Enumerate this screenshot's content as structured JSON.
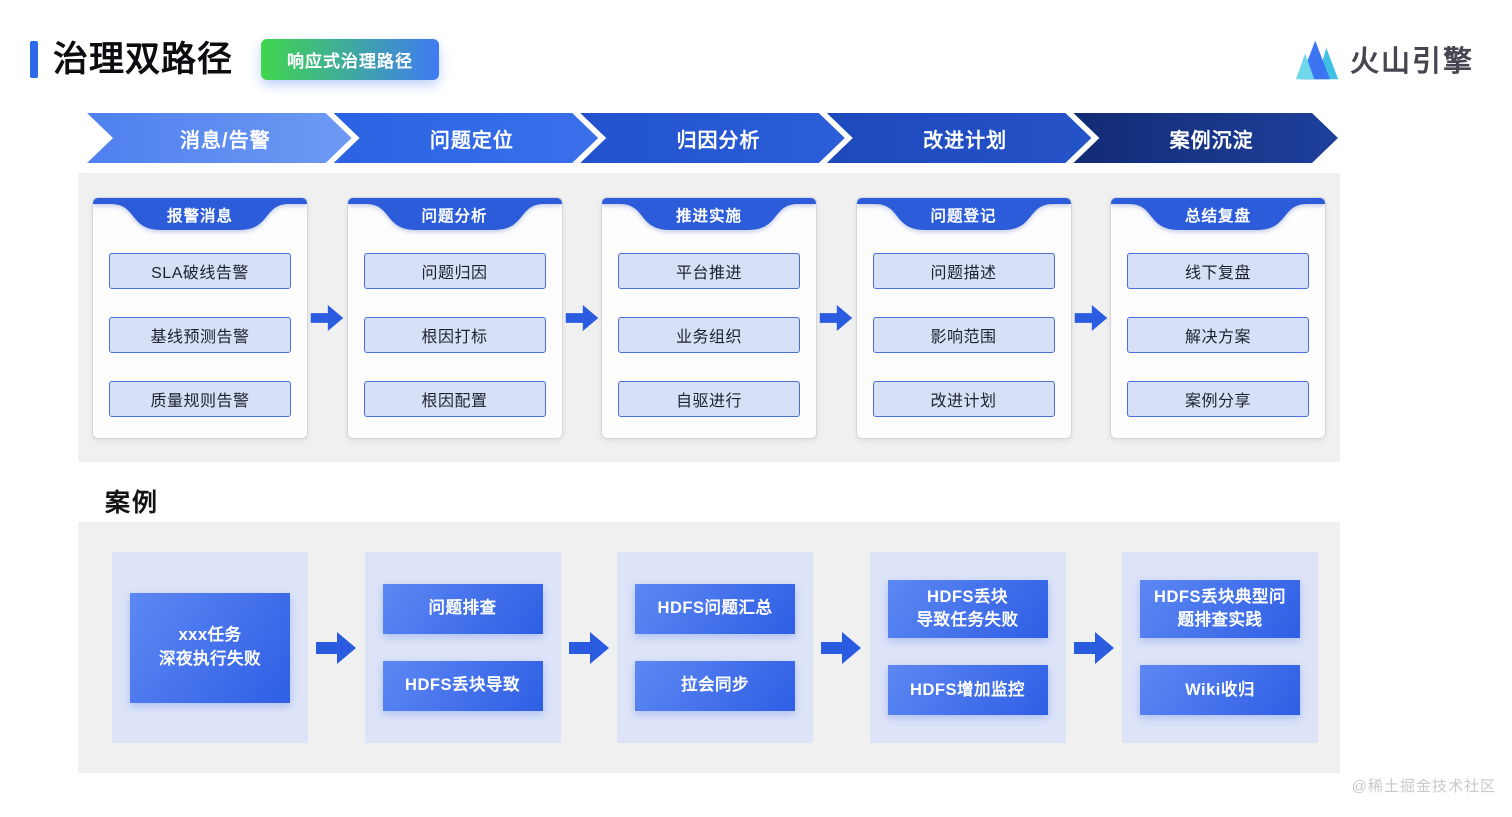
{
  "header": {
    "title": "治理双路径",
    "badge": "响应式治理路径",
    "logo_text": "火山引擎"
  },
  "stages": [
    {
      "label": "消息/告警",
      "color_from": "#4f80ee",
      "color_to": "#6d9af4"
    },
    {
      "label": "问题定位",
      "color_from": "#2a62e2",
      "color_to": "#3a70ea"
    },
    {
      "label": "归因分析",
      "color_from": "#2252ce",
      "color_to": "#2c5ed9"
    },
    {
      "label": "改进计划",
      "color_from": "#1c49bc",
      "color_to": "#2553c8"
    },
    {
      "label": "案例沉淀",
      "color_from": "#122b74",
      "color_to": "#1e409c"
    }
  ],
  "flow_cards": [
    {
      "header": "报警消息",
      "items": [
        "SLA破线告警",
        "基线预测告警",
        "质量规则告警"
      ]
    },
    {
      "header": "问题分析",
      "items": [
        "问题归因",
        "根因打标",
        "根因配置"
      ]
    },
    {
      "header": "推进实施",
      "items": [
        "平台推进",
        "业务组织",
        "自驱进行"
      ]
    },
    {
      "header": "问题登记",
      "items": [
        "问题描述",
        "影响范围",
        "改进计划"
      ]
    },
    {
      "header": "总结复盘",
      "items": [
        "线下复盘",
        "解决方案",
        "案例分享"
      ]
    }
  ],
  "case_section": {
    "heading": "案例",
    "groups": [
      {
        "boxes": [
          {
            "lines": [
              "xxx任务",
              "深夜执行失败"
            ],
            "tall": true
          }
        ]
      },
      {
        "boxes": [
          {
            "lines": [
              "问题排查"
            ]
          },
          {
            "lines": [
              "HDFS丢块导致"
            ]
          }
        ]
      },
      {
        "boxes": [
          {
            "lines": [
              "HDFS问题汇总"
            ]
          },
          {
            "lines": [
              "拉会同步"
            ]
          }
        ]
      },
      {
        "boxes": [
          {
            "lines": [
              "HDFS丢块",
              "导致任务失败"
            ]
          },
          {
            "lines": [
              "HDFS增加监控"
            ]
          }
        ]
      },
      {
        "boxes": [
          {
            "lines": [
              "HDFS丢块典型问",
              "题排查实践"
            ]
          },
          {
            "lines": [
              "Wiki收归"
            ]
          }
        ]
      }
    ]
  },
  "watermark": "@稀土掘金技术社区",
  "colors": {
    "ribbon": "#2c5cda",
    "arrow": "#2b5ce0",
    "panel_bg": "#f0f0f1",
    "group_bg": "#dde4f8",
    "item_bg": "#d6e0f6",
    "item_border": "#4a6fd8",
    "badge_gradient_from": "#41d64d",
    "badge_gradient_to": "#3e7bf2",
    "accent_blue": "#2e6ae8"
  }
}
